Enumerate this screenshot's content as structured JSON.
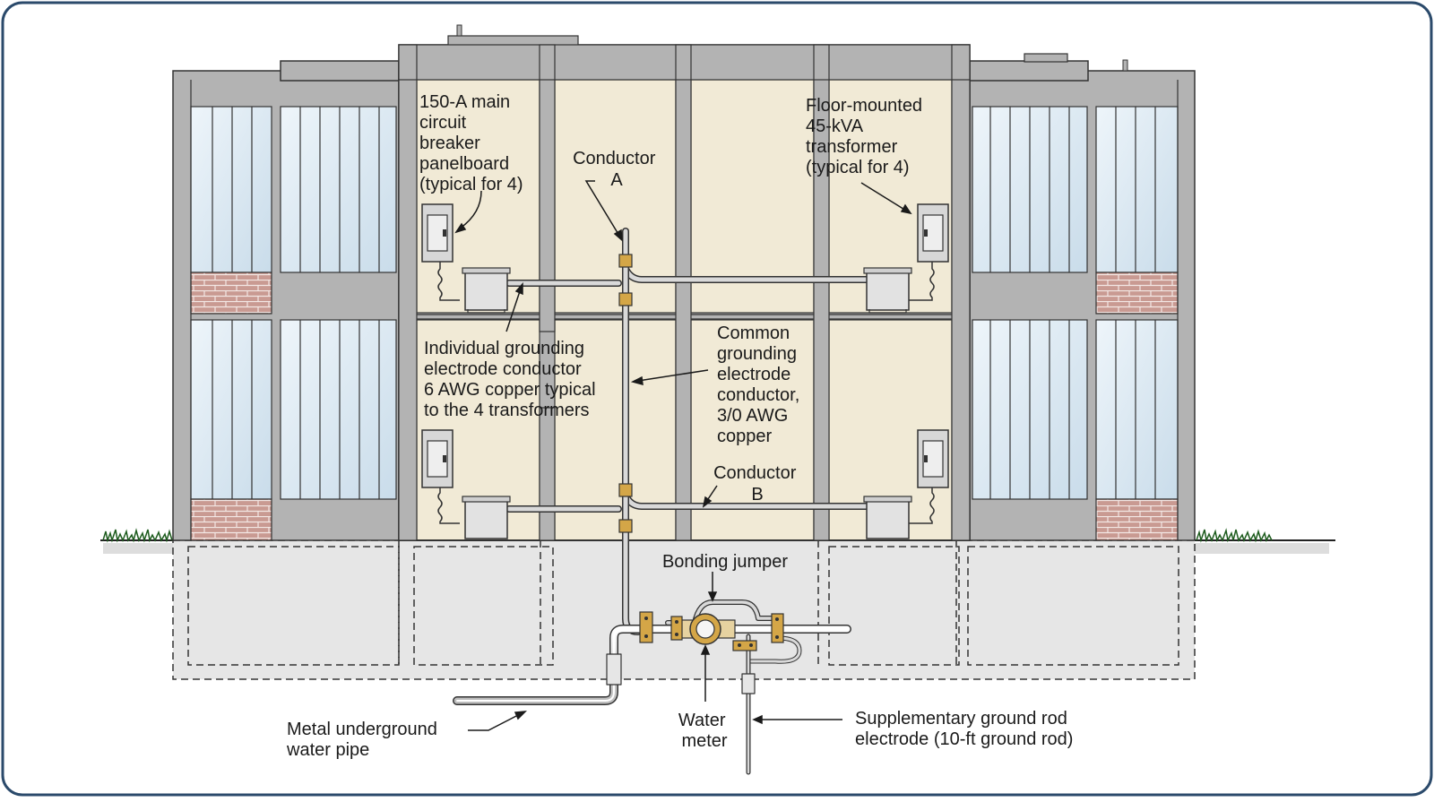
{
  "labels": {
    "panelboard": [
      "150-A main",
      "circuit",
      "breaker",
      "panelboard",
      "(typical for 4)"
    ],
    "conductor_a": [
      "Conductor",
      "A"
    ],
    "transformer": [
      "Floor-mounted",
      "45-kVA",
      "transformer",
      "(typical for 4)"
    ],
    "individual_gec": [
      "Individual grounding",
      "electrode conductor",
      "6 AWG copper typical",
      "to the 4 transformers"
    ],
    "common_gec": [
      "Common",
      "grounding",
      "electrode",
      "conductor,",
      "3/0 AWG",
      "copper"
    ],
    "conductor_b": [
      "Conductor",
      "B"
    ],
    "bonding_jumper": "Bonding jumper",
    "water_meter": [
      "Water",
      "meter"
    ],
    "water_pipe": [
      "Metal underground",
      "water pipe"
    ],
    "ground_rod": [
      "Supplementary ground rod",
      "electrode (10-ft ground rod)"
    ]
  },
  "colors": {
    "frame_border": "#2b4a6b",
    "building_gray": "#b3b3b3",
    "interior_cream": "#f1ead6",
    "glass_blue": "#dbe9f2",
    "brick": "#c99a92",
    "foundation": "#e6e6e6",
    "brass": "#d4a647",
    "conductor": "#8a8a8a"
  }
}
